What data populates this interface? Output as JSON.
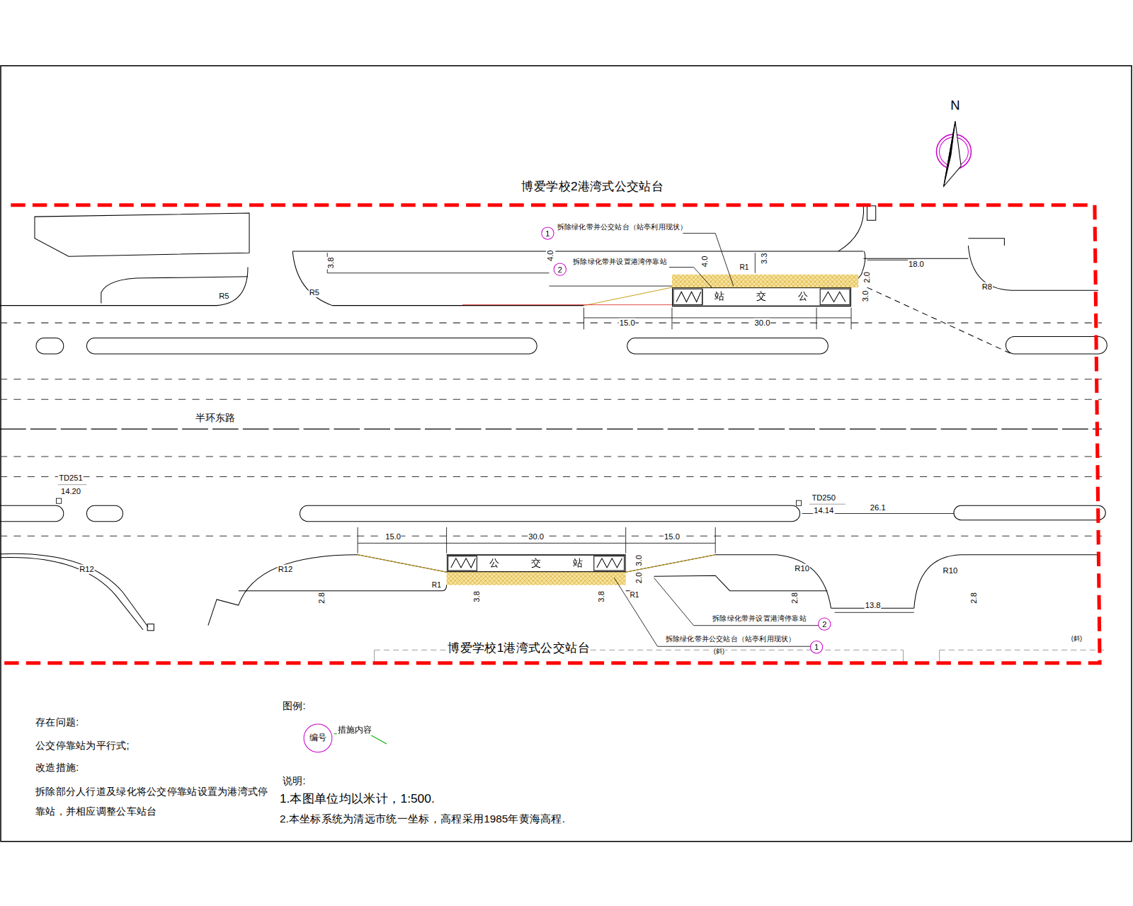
{
  "diagram": {
    "nodes": [
      {
        "text": [
          "站 交 公"
        ]
      },
      {
        "text": [
          "公 交 站"
        ]
      },
      {
        "text": [
          "1"
        ]
      },
      {
        "text": [
          "2"
        ]
      },
      {
        "text": [
          "2"
        ]
      },
      {
        "text": [
          "1"
        ]
      },
      {
        "text": [
          "编号"
        ]
      }
    ],
    "labels": [
      "博爱学校2港湾式公交站台",
      "N",
      "拆除绿化带并公交站台（站亭利用现状）",
      "拆除绿化带并设置港湾停靠站",
      "3.8",
      "4.0",
      "4.0",
      "3.3",
      "R1",
      "2.0",
      "3.0",
      "18.0",
      "R8",
      "R5",
      "R5",
      "15.0",
      "30.0",
      "半环东路",
      "TD251",
      "14.20",
      "TD250",
      "14.14",
      "26.1",
      "15.0",
      "30.0",
      "15.0",
      "R12",
      "R12",
      "R1",
      "3.8",
      "3.8",
      "3.0",
      "2.0",
      "R1",
      "2.8",
      "2.8",
      "R10",
      "R10",
      "13.8",
      "2.8",
      "拆除绿化带并设置港湾停靠站",
      "拆除绿化带并公交站台（站亭利用现状）",
      "博爱学校1港湾式公交站台",
      "(斜)",
      "(斜)",
      "存在问题:",
      "公交停靠站为平行式;",
      "改造措施:",
      "拆除部分人行道及绿化将公交停靠站设置为港湾式停靠站，并相应调整公车站台",
      "图例:",
      "措施内容",
      "说明:",
      "1.本图单位均以米计，1:500.",
      "2.本坐标系统为清远市统一坐标，高程采用1985年黄海高程."
    ]
  }
}
